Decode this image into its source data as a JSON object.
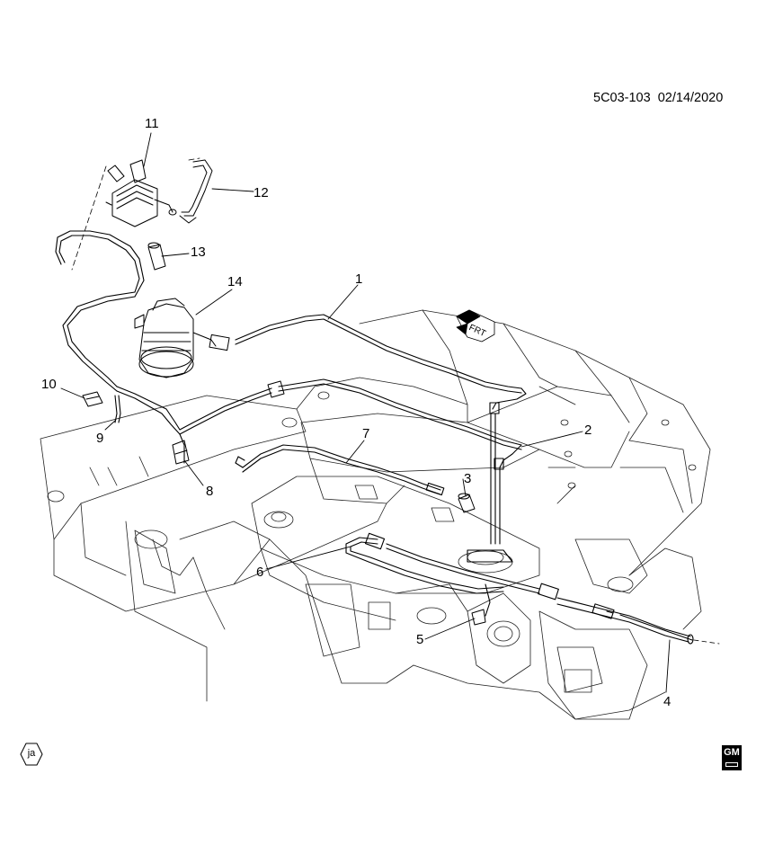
{
  "header": {
    "reference": "5C03-103  02/14/2020"
  },
  "callouts": [
    {
      "id": "c1",
      "label": "1"
    },
    {
      "id": "c2",
      "label": "2"
    },
    {
      "id": "c3",
      "label": "3"
    },
    {
      "id": "c4",
      "label": "4"
    },
    {
      "id": "c5",
      "label": "5"
    },
    {
      "id": "c6",
      "label": "6"
    },
    {
      "id": "c7",
      "label": "7"
    },
    {
      "id": "c8",
      "label": "8"
    },
    {
      "id": "c9",
      "label": "9"
    },
    {
      "id": "c10",
      "label": "10"
    },
    {
      "id": "c11",
      "label": "11"
    },
    {
      "id": "c12",
      "label": "12"
    },
    {
      "id": "c13",
      "label": "13"
    },
    {
      "id": "c14",
      "label": "14"
    }
  ],
  "direction_marker": {
    "label": "FRT",
    "icon": "front-arrow-icon"
  },
  "footer": {
    "badge": "ja",
    "logo": "GM"
  }
}
